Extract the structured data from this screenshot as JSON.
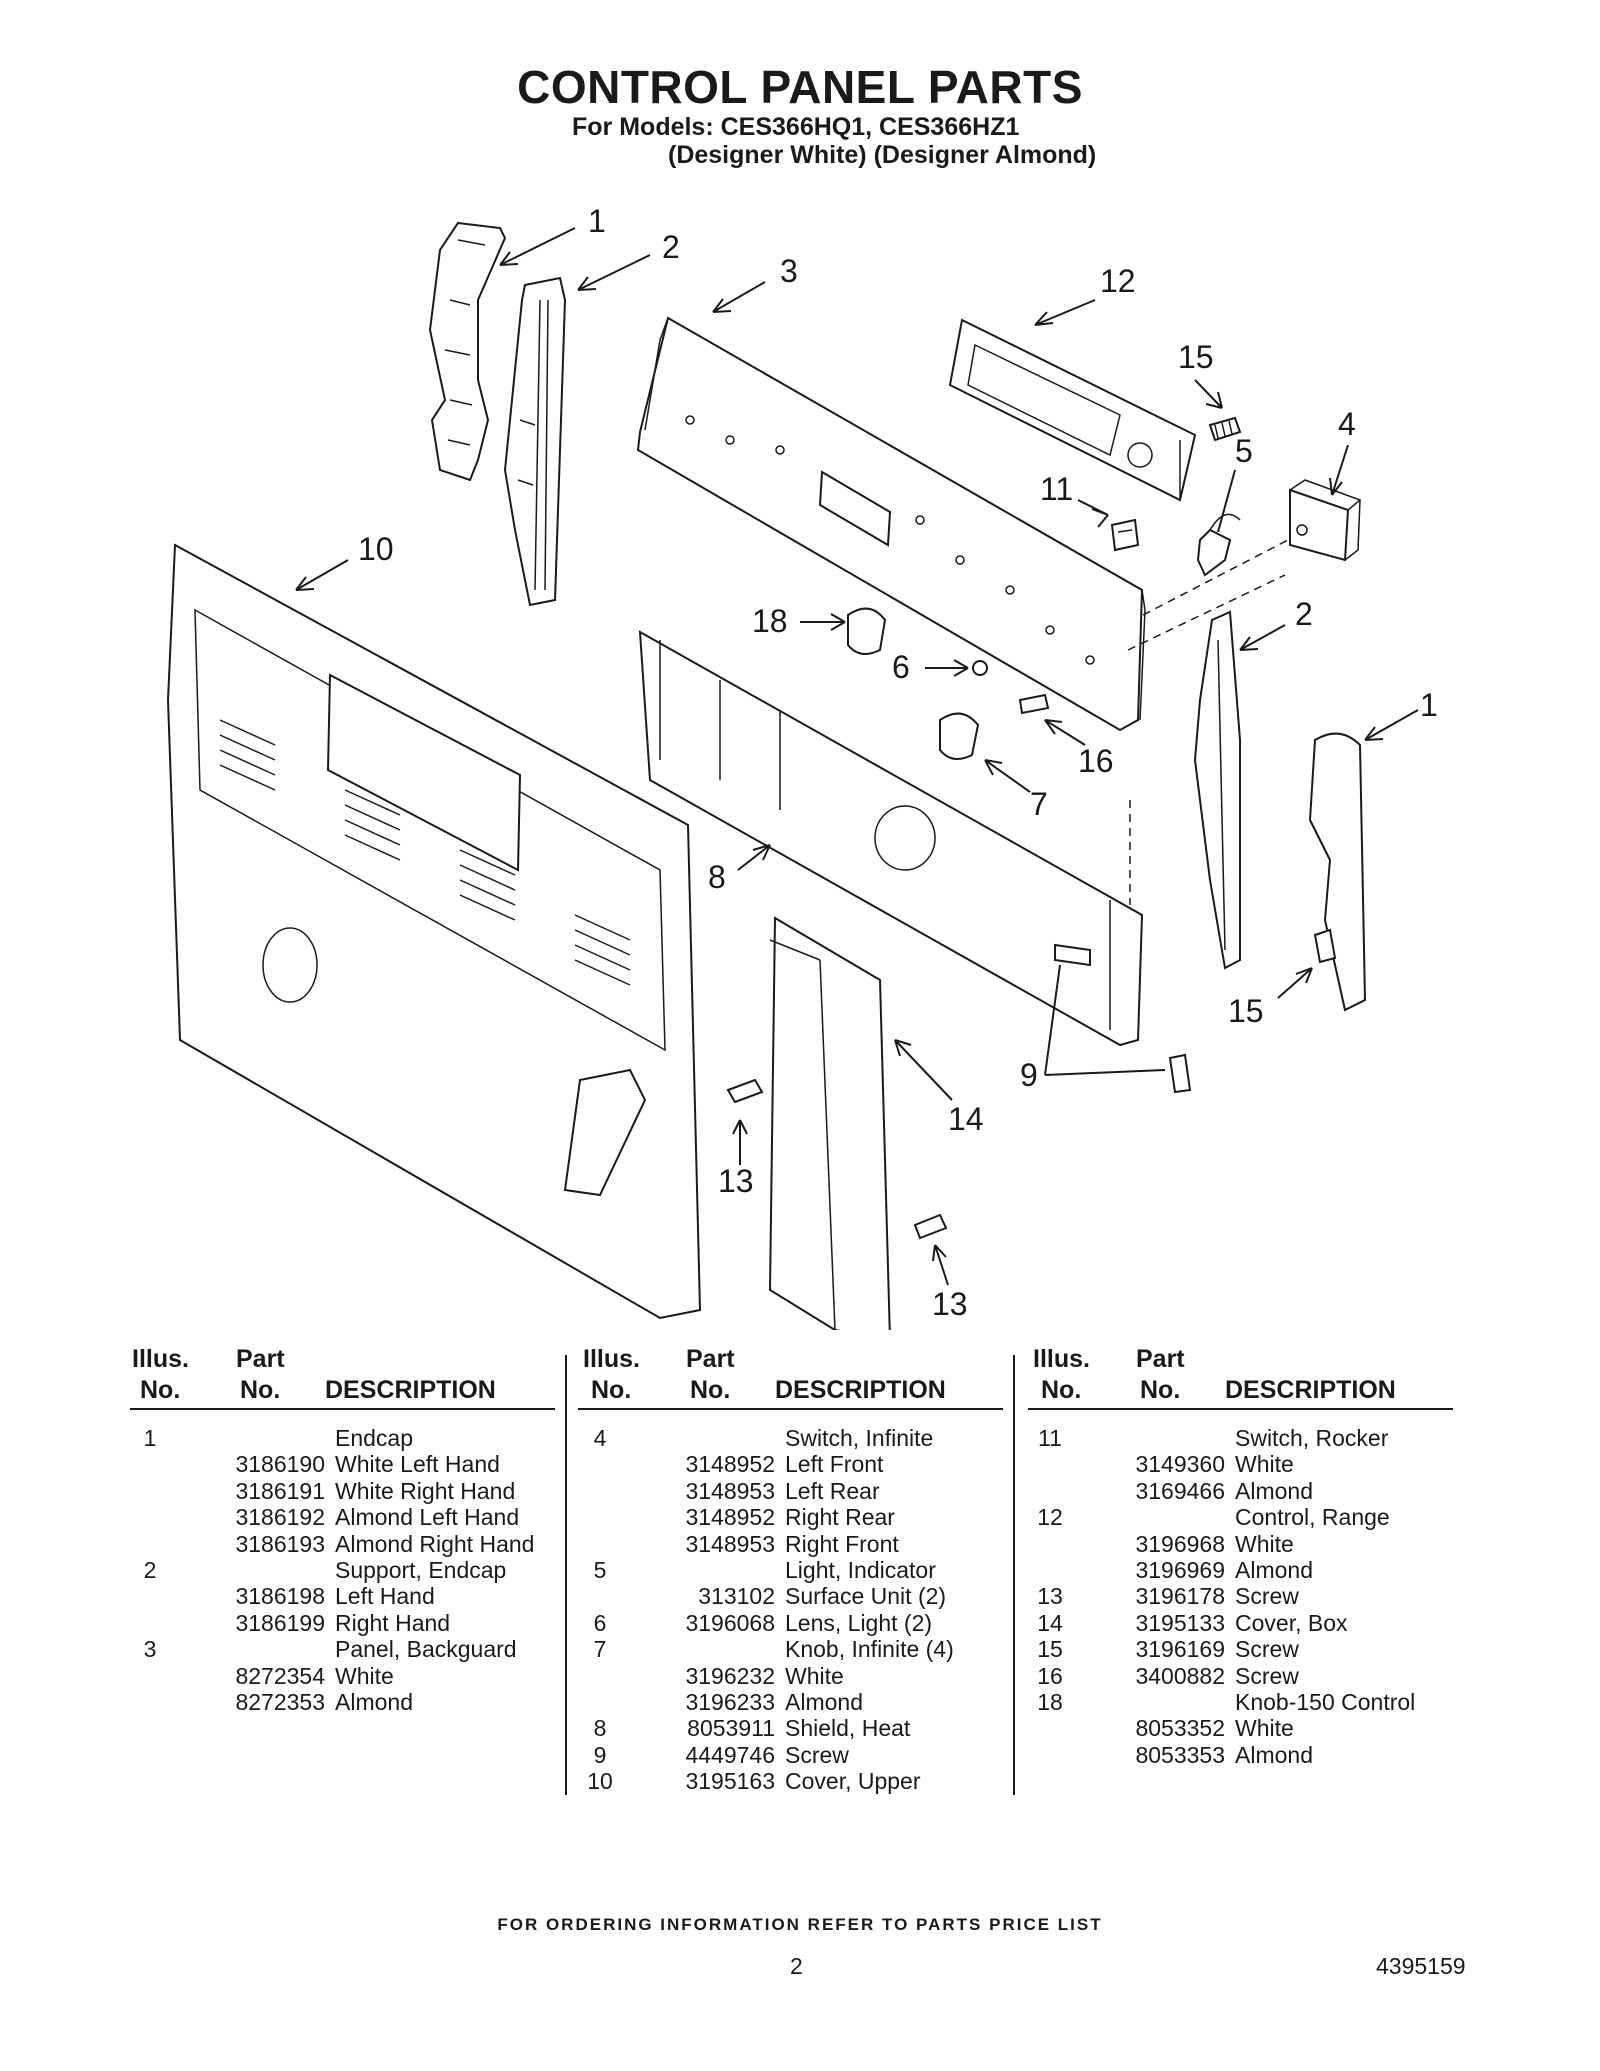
{
  "title": "CONTROL PANEL PARTS",
  "subtitle_line1": "For Models: CES366HQ1, CES366HZ1",
  "subtitle_line2": "(Designer White) (Designer Almond)",
  "callouts": {
    "c1a": "1",
    "c2a": "2",
    "c3": "3",
    "c12": "12",
    "c15a": "15",
    "c4": "4",
    "c5": "5",
    "c10": "10",
    "c11": "11",
    "c2b": "2",
    "c18": "18",
    "c6": "6",
    "c1b": "1",
    "c16": "16",
    "c7": "7",
    "c8": "8",
    "c15b": "15",
    "c9": "9",
    "c14": "14",
    "c13a": "13",
    "c13b": "13"
  },
  "table": {
    "headers": {
      "illus_top": "Illus.",
      "illus_bottom": "No.",
      "part_top": "Part",
      "part_bottom": "No.",
      "description": "DESCRIPTION"
    },
    "columns": [
      [
        {
          "illus": "1",
          "part": "",
          "desc": "Endcap"
        },
        {
          "illus": "",
          "part": "3186190",
          "desc": "White Left Hand"
        },
        {
          "illus": "",
          "part": "3186191",
          "desc": "White Right Hand"
        },
        {
          "illus": "",
          "part": "3186192",
          "desc": "Almond Left Hand"
        },
        {
          "illus": "",
          "part": "3186193",
          "desc": "Almond Right Hand"
        },
        {
          "illus": "2",
          "part": "",
          "desc": "Support, Endcap"
        },
        {
          "illus": "",
          "part": "3186198",
          "desc": "Left Hand"
        },
        {
          "illus": "",
          "part": "3186199",
          "desc": "Right Hand"
        },
        {
          "illus": "3",
          "part": "",
          "desc": "Panel, Backguard"
        },
        {
          "illus": "",
          "part": "8272354",
          "desc": "White"
        },
        {
          "illus": "",
          "part": "8272353",
          "desc": "Almond"
        }
      ],
      [
        {
          "illus": "4",
          "part": "",
          "desc": "Switch, Infinite"
        },
        {
          "illus": "",
          "part": "3148952",
          "desc": "Left Front"
        },
        {
          "illus": "",
          "part": "3148953",
          "desc": "Left Rear"
        },
        {
          "illus": "",
          "part": "3148952",
          "desc": "Right Rear"
        },
        {
          "illus": "",
          "part": "3148953",
          "desc": "Right Front"
        },
        {
          "illus": "5",
          "part": "",
          "desc": "Light, Indicator"
        },
        {
          "illus": "",
          "part": "313102",
          "desc": "Surface Unit (2)"
        },
        {
          "illus": "6",
          "part": "3196068",
          "desc": "Lens, Light (2)"
        },
        {
          "illus": "7",
          "part": "",
          "desc": "Knob, Infinite (4)"
        },
        {
          "illus": "",
          "part": "3196232",
          "desc": "White"
        },
        {
          "illus": "",
          "part": "3196233",
          "desc": "Almond"
        },
        {
          "illus": "8",
          "part": "8053911",
          "desc": "Shield, Heat"
        },
        {
          "illus": "9",
          "part": "4449746",
          "desc": "Screw"
        },
        {
          "illus": "10",
          "part": "3195163",
          "desc": "Cover, Upper"
        }
      ],
      [
        {
          "illus": "11",
          "part": "",
          "desc": "Switch, Rocker"
        },
        {
          "illus": "",
          "part": "3149360",
          "desc": "White"
        },
        {
          "illus": "",
          "part": "3169466",
          "desc": "Almond"
        },
        {
          "illus": "12",
          "part": "",
          "desc": "Control, Range"
        },
        {
          "illus": "",
          "part": "3196968",
          "desc": "White"
        },
        {
          "illus": "",
          "part": "3196969",
          "desc": "Almond"
        },
        {
          "illus": "13",
          "part": "3196178",
          "desc": "Screw"
        },
        {
          "illus": "14",
          "part": "3195133",
          "desc": "Cover, Box"
        },
        {
          "illus": "15",
          "part": "3196169",
          "desc": "Screw"
        },
        {
          "illus": "16",
          "part": "3400882",
          "desc": "Screw"
        },
        {
          "illus": "18",
          "part": "",
          "desc": "Knob-150 Control"
        },
        {
          "illus": "",
          "part": "8053352",
          "desc": "White"
        },
        {
          "illus": "",
          "part": "8053353",
          "desc": "Almond"
        }
      ]
    ]
  },
  "footer": "FOR ORDERING INFORMATION REFER TO PARTS PRICE LIST",
  "page_number": "2",
  "document_number": "4395159"
}
